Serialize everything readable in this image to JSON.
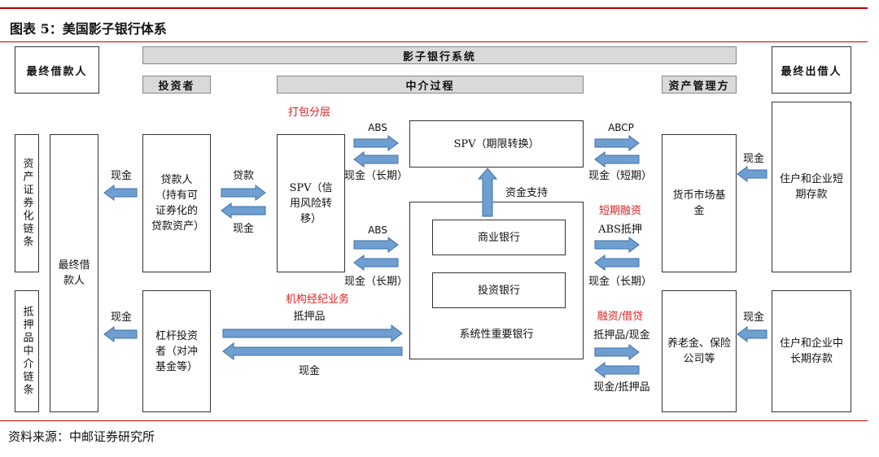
{
  "title": "图表 5：美国影子银行体系",
  "source": "资料来源：中邮证券研究所",
  "colors": {
    "arrow_fill": "#6f9fd0",
    "arrow_stroke": "#3b6fa8",
    "header_bg": "#d9d9d9",
    "rule": "#c00000",
    "red_text": "#e02020"
  },
  "headers": {
    "ultimate_borrower": "最终借款人",
    "shadow_system": "影子银行系统",
    "ultimate_lender": "最终出借人",
    "investors": "投资者",
    "intermediation": "中介过程",
    "asset_managers": "资产管理方"
  },
  "left": {
    "securitization_chain": "资产证券化链条",
    "collateral_chain": "抵押品中介链条",
    "ultimate_borrower_box": "最终借款人"
  },
  "investors": {
    "loan_holders": "贷款人（持有可证券化的贷款资产）",
    "leveraged": "杠杆投资者（对冲基金等）"
  },
  "spv_risk": "SPV（信用风险转移）",
  "spv_maturity": "SPV（期限转换）",
  "banks": {
    "commercial": "商业银行",
    "investment": "投资银行",
    "systemic": "系统性重要银行"
  },
  "asset_managers": {
    "mmf": "货币市场基金",
    "pension": "养老金、保险公司等"
  },
  "lenders": {
    "short_deposits": "住户和企业短期存款",
    "long_deposits": "住户和企业中长期存款"
  },
  "labels": {
    "cash_left_top": "现金",
    "cash_left_bottom": "现金",
    "loans": "贷款",
    "cash_loans": "现金",
    "packaging": "打包分层",
    "abs_top": "ABS",
    "cash_long_top": "现金（长期）",
    "abs_mid": "ABS",
    "cash_long_mid": "现金（长期）",
    "institutional": "机构经纪业务",
    "collateral": "抵押品",
    "cash_collateral": "现金",
    "funding_support": "资金支持",
    "abcp": "ABCP",
    "cash_short": "现金（短期）",
    "short_financing": "短期融资",
    "abs_pledge": "ABS抵押",
    "cash_long_right": "现金（长期）",
    "financing_lending": "融资/借贷",
    "collateral_cash": "抵押品/现金",
    "cash_collateral_right": "现金/抵押品",
    "cash_right_top": "现金",
    "cash_right_bottom": "现金"
  }
}
